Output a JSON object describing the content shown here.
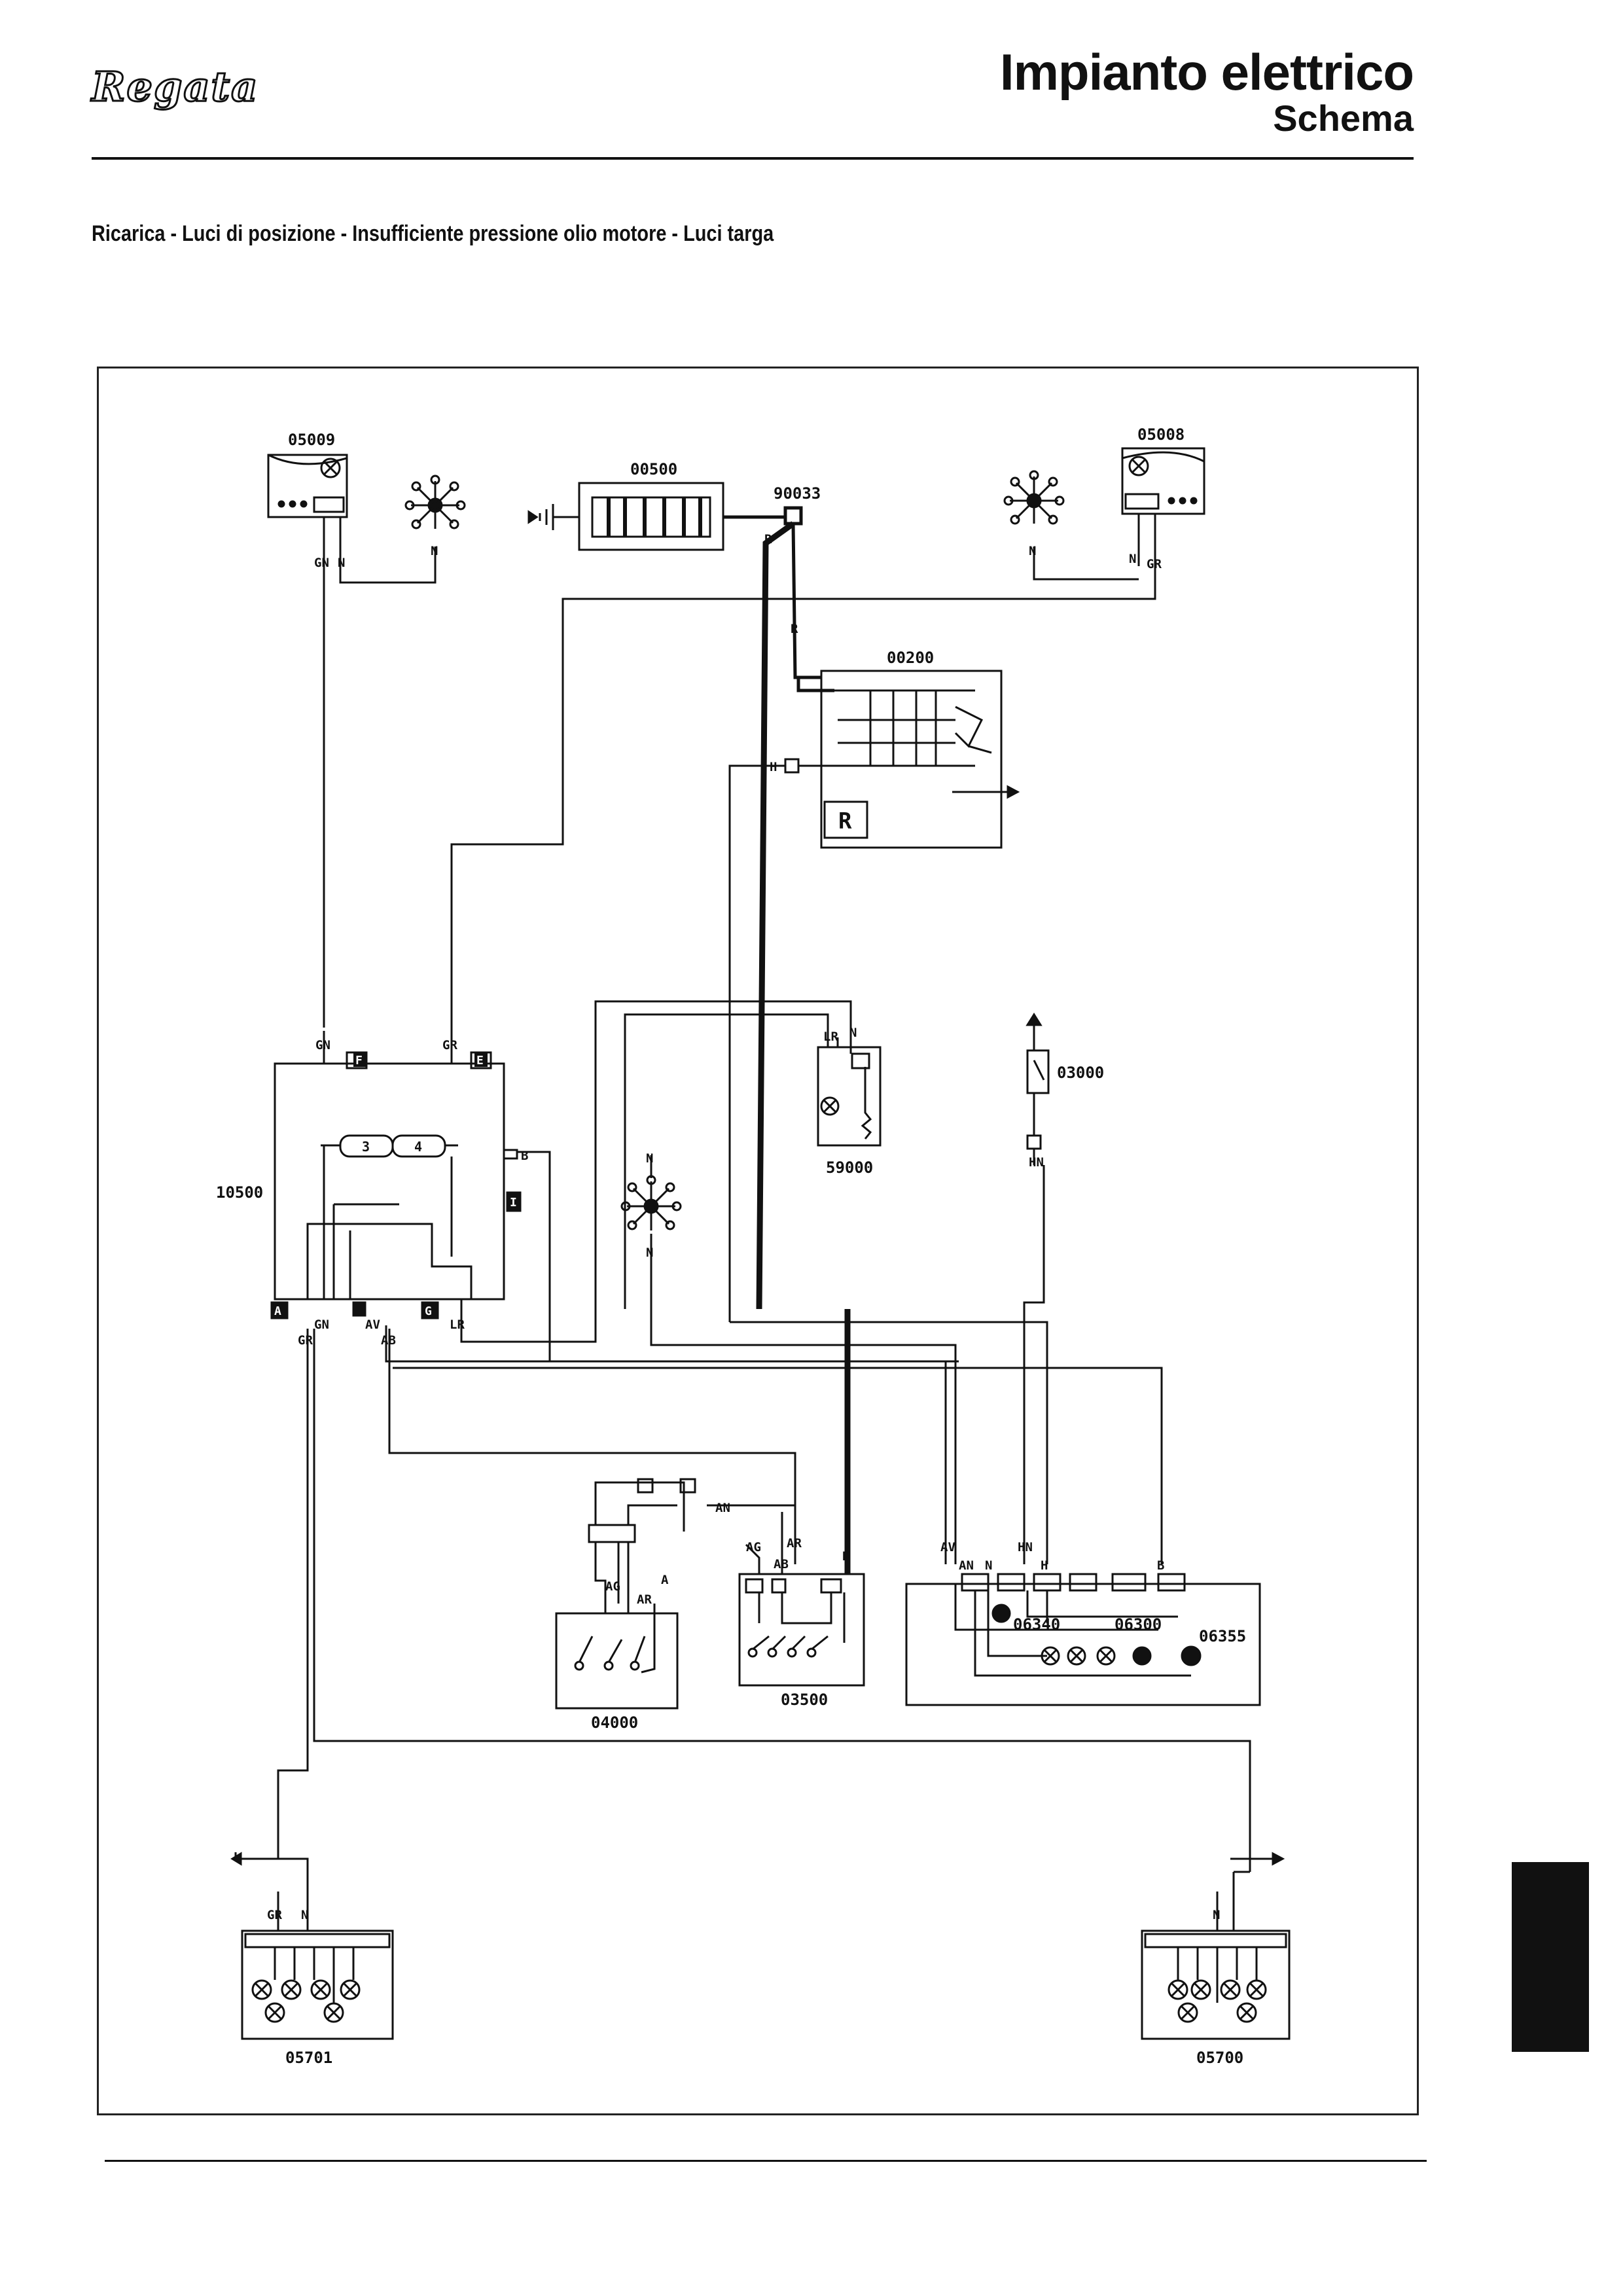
{
  "header": {
    "logo": "Regata",
    "title": "Impianto elettrico",
    "subtitle": "Schema"
  },
  "section_title": "Ricarica - Luci di posizione - Insufficiente pressione olio motore - Luci targa",
  "components": {
    "c05009": "05009",
    "c05008": "05008",
    "c00500": "00500",
    "c90033": "90033",
    "c00200": "00200",
    "c10500": "10500",
    "c59000": "59000",
    "c03000": "03000",
    "c04000": "04000",
    "c03500": "03500",
    "c06340": "06340",
    "c06300": "06300",
    "c06355": "06355",
    "c05701": "05701",
    "c05700": "05700"
  },
  "wires": {
    "GN": "GN",
    "N": "N",
    "R": "R",
    "GR": "GR",
    "H": "H",
    "LR": "LR",
    "B": "B",
    "AV": "AV",
    "AB": "AB",
    "AN": "AN",
    "AG": "AG",
    "AR": "AR",
    "A": "A",
    "HN": "HN"
  },
  "connectors": {
    "F": "F",
    "E": "E",
    "A": "A",
    "G": "G",
    "I": "I",
    "fuse3": "3",
    "fuse4": "4",
    "regulator": "R"
  }
}
